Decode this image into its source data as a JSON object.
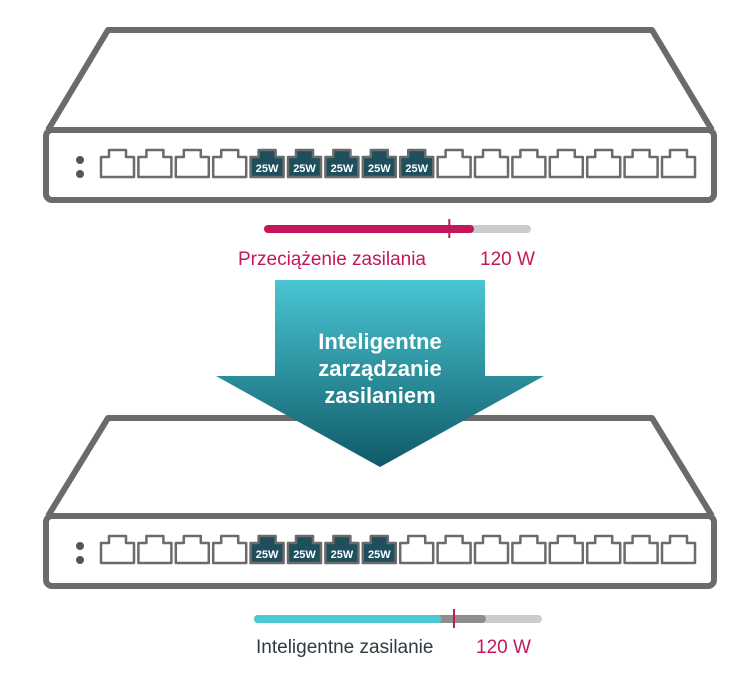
{
  "colors": {
    "outline": "#6b6b6b",
    "port_fill": "#1f4f5c",
    "overload": "#c2185b",
    "smart": "#4cc9d3",
    "smart_label": "#2d3c40",
    "track": "#cccccc",
    "extra": "#8e8e8e",
    "arrow_top": "#4ac5d2",
    "arrow_bottom": "#0f5a68"
  },
  "port_label": "25W",
  "top_switch": {
    "powered_ports": [
      4,
      5,
      6,
      7,
      8
    ],
    "bar": {
      "fill": 0.78,
      "budget_mark": 0.7
    },
    "label": "Przeciążenie zasilania",
    "budget": "120 W"
  },
  "arrow": {
    "lines": [
      "Inteligentne",
      "zarządzanie",
      "zasilaniem"
    ]
  },
  "bottom_switch": {
    "powered_ports": [
      4,
      5,
      6,
      7
    ],
    "bar": {
      "fill": 0.64,
      "budget_mark": 0.7,
      "extra_fill": 0.8
    },
    "label": "Inteligentne zasilanie",
    "budget": "120 W"
  }
}
